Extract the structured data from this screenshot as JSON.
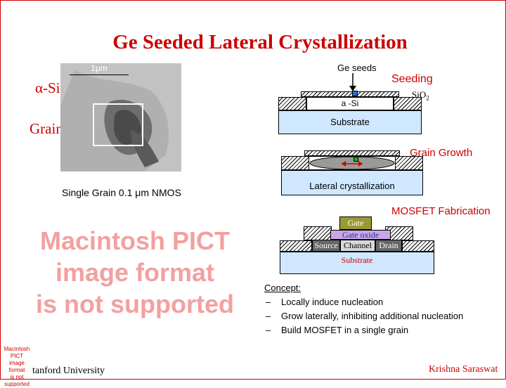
{
  "title": "Ge Seeded Lateral Crystallization",
  "left_panel": {
    "alpha_si_label": "α-Si",
    "grain_label": "Grain",
    "scale_label": "1μm",
    "caption": "Single Grain 0.1 μm NMOS",
    "pict_message": [
      "Macintosh PICT",
      "image format",
      "is not supported"
    ],
    "pict_small_message": [
      "Macintosh PICT",
      "image format",
      "is not supported"
    ]
  },
  "seeding_diagram": {
    "ge_seeds_label": "Ge seeds",
    "seeding_label": "Seeding",
    "sio2_label_main": "SiO",
    "sio2_label_sub": "2",
    "a_si_label": "a -Si",
    "substrate_label": "Substrate"
  },
  "growth_diagram": {
    "grain_growth_label": "Grain Growth",
    "lateral_label": "Lateral crystallization"
  },
  "mosfet_diagram": {
    "fabrication_label": "MOSFET Fabrication",
    "gate_label": "Gate",
    "gate_oxide_label": "Gate oxide",
    "source_label": "Source",
    "channel_label": "Channel",
    "drain_label": "Drain",
    "substrate_label": "Substrate"
  },
  "concept": {
    "heading": "Concept:",
    "items": [
      "Locally induce nucleation",
      "Grow laterally, inhibiting additional nucleation",
      "Build MOSFET in a single grain"
    ]
  },
  "footer": {
    "left": "tanford University",
    "right": "Krishna Saraswat"
  },
  "colors": {
    "accent_red": "#cc0000",
    "substrate_blue": "#cfe8ff",
    "seed_blue": "#1f6fd6",
    "seed_green": "#22aa22",
    "oxide_purple": "#c8a8e8",
    "gate_olive": "#9a9a33"
  }
}
